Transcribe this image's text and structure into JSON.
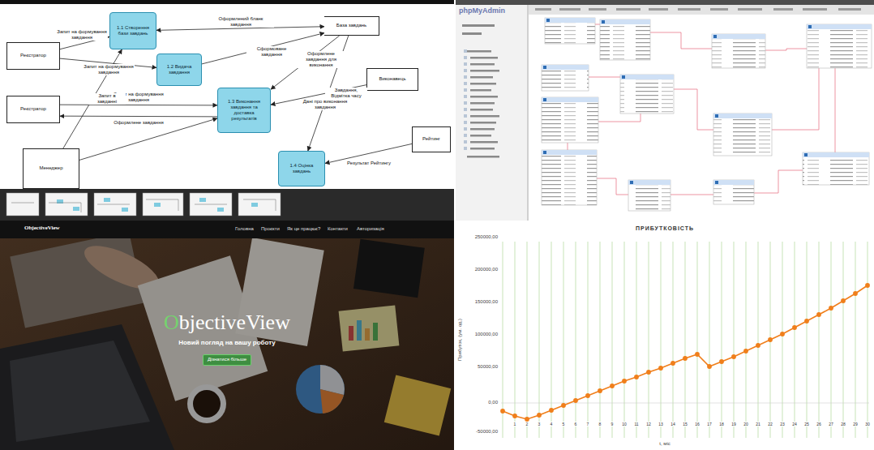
{
  "diagram": {
    "nodes": [
      {
        "text": [
          "Реєстратор"
        ]
      },
      {
        "text": [
          "1.1 Створення бази завдань"
        ]
      },
      {
        "text": [
          "1.2 Видача завдання"
        ]
      },
      {
        "text": [
          "База завдань"
        ]
      },
      {
        "text": [
          "Реєстратор"
        ]
      },
      {
        "text": [
          "1.3 Виконання завдання та доставка результатів"
        ]
      },
      {
        "text": [
          "Виконавець"
        ]
      },
      {
        "text": [
          "Менеджер"
        ]
      },
      {
        "text": [
          "1.4 Оцінка завдань"
        ]
      },
      {
        "text": [
          "Рейтинг"
        ]
      },
      {
        "text": [
          "Дізнатися більше"
        ]
      }
    ],
    "edges": [
      {
        "from": 0,
        "to": 1,
        "arrow": "to",
        "label": "Запит на формування завдання"
      },
      {
        "from": 0,
        "to": 2,
        "arrow": "to",
        "label": "Запит на формування завдання"
      },
      {
        "from": 1,
        "to": 3,
        "arrow": "both",
        "label": "Оформлений бланк завдання"
      },
      {
        "from": 2,
        "to": 3,
        "arrow": "to",
        "label": "Сформоване завдання"
      },
      {
        "from": 4,
        "to": 5,
        "arrow": "to",
        "label": "Запит на формування завдання"
      },
      {
        "from": 5,
        "to": 4,
        "arrow": "to",
        "label": "Оформлене завдання"
      },
      {
        "from": 3,
        "to": 5,
        "arrow": "to",
        "label": "Оформлене завдання для виконання"
      },
      {
        "from": 6,
        "to": 5,
        "arrow": "to",
        "label": "Дані про виконання завдання"
      },
      {
        "from": 7,
        "to": 1,
        "arrow": "to",
        "label": "Запит в завданні"
      },
      {
        "from": 7,
        "to": 5,
        "arrow": "to"
      },
      {
        "from": 3,
        "to": 8,
        "arrow": "to",
        "label": "Завдання, Відмітка часу"
      },
      {
        "from": 9,
        "to": 8,
        "arrow": "to",
        "label": "Результат Рейтингу"
      }
    ],
    "labels": [
      "phpMyAdmin",
      "ObjectiveView",
      "Головна",
      "Проєкти",
      "Як це працює?",
      "Контакти",
      "Авторизація",
      "ObjectiveView",
      "Новий погляд на вашу роботу",
      "ПРИБУТКОВІСТЬ",
      "250000,00",
      "200000,00",
      "150000,00",
      "100000,00",
      "50000,00",
      "0,00",
      "-50000,00",
      "Прибуток, (ум. од.)",
      "t, міс",
      "1",
      "2",
      "3",
      "4",
      "5",
      "6",
      "7",
      "8",
      "9",
      "10",
      "11",
      "12",
      "13",
      "14",
      "15",
      "16",
      "17",
      "18",
      "19",
      "20",
      "21",
      "22",
      "23",
      "24",
      "25",
      "26",
      "27",
      "28",
      "29",
      "30"
    ]
  }
}
